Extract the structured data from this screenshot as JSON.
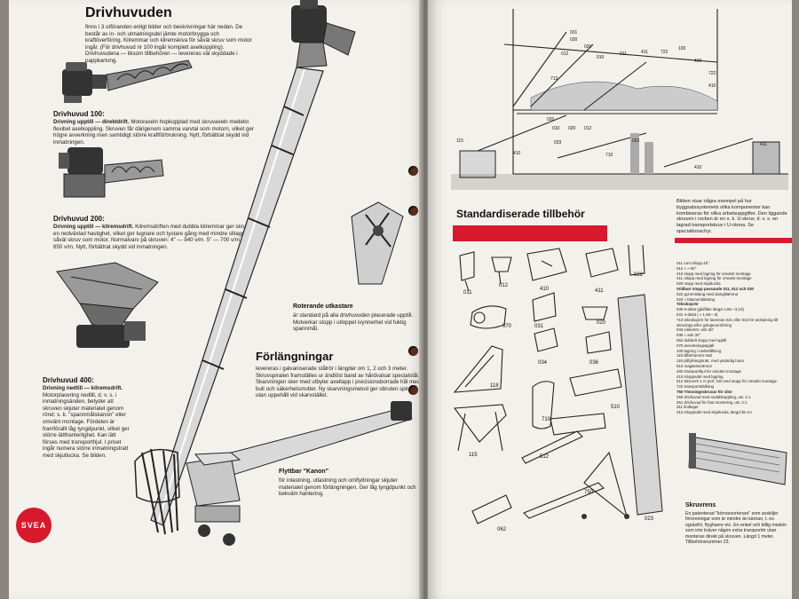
{
  "left_page": {
    "title": "Drivhuvuden",
    "intro": "finns i 3 utföranden enligt bilder och beskrivningar här nedan. De består av in- och utmatningsdel jämte motorbrygga och kraftöverföring. Kilremmar och kilremskiva för såväl skruv som motor ingår. (För drivhuvud nr 100 ingår komplett axelkoppling). Drivhuvudena — liksom tillbehören — levereras väl skyddade i pappkartong.",
    "dh100": {
      "title": "Drivhuvud 100:",
      "lead": "Drivning upptill — direktdrift.",
      "text": "Motoraxeln hopkopplad med skruvaxeln medelst flexibel axelkoppling. Skruven får därigenom samma varvtal som motorn, vilket ger högre avverkning men samtidigt större kraftförbrukning. Nytt, förbättrat skydd vid inmatningen."
    },
    "dh200": {
      "title": "Drivhuvud 200:",
      "lead": "Drivning upptill — kilremsdrift.",
      "text": "Kilremsdriften med dubbla kilremmar ger skruven en nedväxlad hastighet, vilket ger lugnare och tystare gång med mindre slitage på såväl skruv som motor. Normalvarv på skruven: 4\" — 940 v/m. 5\" — 700 v/m. 6\" — 650 v/m. Nytt, förbättrat skydd vid inmatningen."
    },
    "dh400": {
      "title": "Drivhuvud 400:",
      "lead": "Drivning nedtill — kilremsdrift.",
      "text": "Motorplacering nedtill, d. v. s. i inmatningsänden, betyder att skruven skjuter materialet genom röret: s. k. \"spannmålskanon\" eller omvänt montage. Fördelen är framförallt låg tyngdpunkt, vilket ger större lätthanterlighet. Kan lätt förses med transporthjul. I priset ingår numera större inmatningstratt med skjutlucka. Se bilden."
    },
    "roterande": {
      "title": "Roterande utkastare",
      "text": "är standard på alla drivhuvuden placerade upptill. Motverkar stopp i utloppet ivynnerhet vid fuktig spannmål."
    },
    "forlangningar": {
      "title": "Förlängningar",
      "text": "levereras i galvaniserade stålrör i längder om 1, 2 och 3 meter. Skruvspiralen framställes ur ändlöst band av hårdvalsat specialstål. Skarvningen sker med utbyter axeltapp i precisionsborrade hål med bult och säkerhetsmutter. Ny skarvningsmetod ger obruten spiral utan uppehåll vid skarvstället."
    },
    "kanon": {
      "title": "Flyttbar \"Kanon\"",
      "text": "för inlastning, utlastning och omflyttningar skjuter materialet genom förlängningen. Ger låg tyngdpunkt och bekväm hantering."
    },
    "logo_text": "SVEA"
  },
  "right_page": {
    "diagram_labels": [
      "031",
      "030",
      "020",
      "012",
      "010",
      "011",
      "411",
      "722",
      "100",
      "410",
      "722",
      "410",
      "713",
      "020",
      "010",
      "020",
      "012",
      "033",
      "410",
      "115",
      "710",
      "022",
      "410",
      "411"
    ],
    "title": "Standardiserade tillbehör",
    "intro": "Bilden visar några exempel på hur byggsatssystemets olika komponenter kan kombineras för olika arbetsuppgifter. Den liggande skruven i rocken är en s. k. U-skruv, d. v. s. en lagrad transportskruv i U-ränna. Se specialbroschyr.",
    "parts": [
      "011",
      "012",
      "410",
      "411",
      "022",
      "070",
      "031",
      "020",
      "034",
      "036",
      "118",
      "710",
      "510",
      "115",
      "512",
      "750",
      "062",
      "023"
    ],
    "spec_lines": [
      "011  runt utlopp 45°",
      "012  »  »  90°",
      "410  stopp med lagring för omvänt montage",
      "411  utlopp med lagring för omvänt montage",
      "020  stopp med skjutlucka",
      "Vridbart stopp passande 011, 012 och 030",
      "022  gummislang med slangklämma",
      "023  »  bitumenitäitning",
      "Teleskoprör",
      "030  5-delat (glidfilter längd 1,65—3,10)",
      "031  4-delat (  »  1,60—4)",
      "710  teleskoprör för lavereas 021 eller 022 för anslutning till skruvlopp eller golvgenomföring",
      "034  vinkelrör, ank 30°",
      "036  »  ank 30°",
      "062  dubbelt stopp med spjäll",
      "070  avverkningsspjäll",
      "100  lagring i nedertållning",
      "115  tillbehörsrör tratt",
      "118  påfyllningstratt, med ytvändig huva",
      "510  magasinsrännor",
      "400  transporthjul för omvänt montage",
      "410  inloppsdel med lagring",
      "512  Skruvrör 1 m perf. tub med stopp för omvänt montage",
      "722  transportställning",
      "750  Tömningsskruvar för silor",
      "250  drivhuvud med snabbkoppling, utv. 2:1",
      "251  drivhuvud för fast montering, utv. 2:1",
      "311  lindlager",
      "312  inloppsdel med skjutlucka, längd 35 cm"
    ],
    "skruvrens": {
      "title": "Skruvrens",
      "text": "En patenterad \"körnarsorterare\" som avskiljer föroreningar som är mindre än kärnan, t. ex. ogräsfrö, flyghavre etc. En enkel och billig maskin som inte kräver någon extra transportör utan monteras direkt på skruven. Längd 1 meter. Tillbehörsnummer 23."
    }
  }
}
